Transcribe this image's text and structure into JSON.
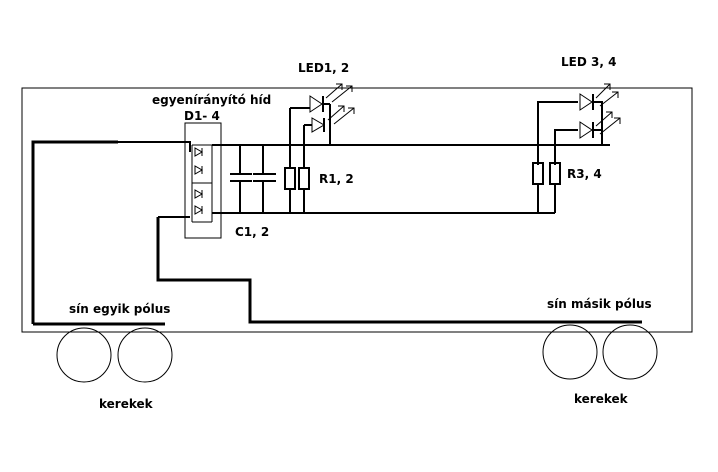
{
  "labels": {
    "bridge_title": "egyenírányító híd",
    "bridge_designator": "D1- 4",
    "led_left": "LED1, 2",
    "led_right": "LED 3, 4",
    "resistor_left": "R1, 2",
    "resistor_right": "R3, 4",
    "capacitor": "C1, 2",
    "rail_left": "sín egyik pólus",
    "rail_right": "sín másik pólus",
    "wheels_left": "kerekek",
    "wheels_right": "kerekek"
  }
}
